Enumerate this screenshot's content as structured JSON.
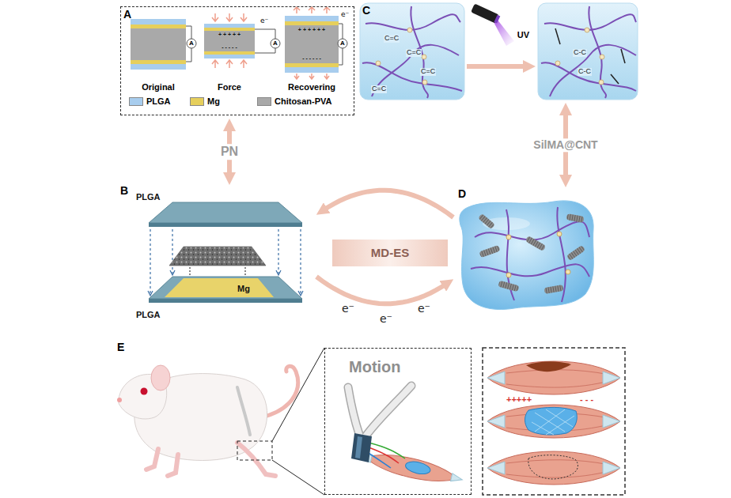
{
  "diagram": {
    "nodes": [
      {
        "text": [
          "A"
        ]
      },
      {
        "text": [
          "C",
          "C=C",
          "C=C",
          "C=C",
          "C=C"
        ]
      },
      {
        "text": [
          "C-C",
          "C-C"
        ]
      },
      {
        "text": [
          "B"
        ]
      },
      {
        "text": [
          "MD-ES"
        ]
      },
      {
        "text": [
          "D"
        ]
      },
      {
        "text": [
          "Motion"
        ]
      }
    ],
    "edges": [
      {
        "from": 0,
        "to": 3,
        "label": "PN",
        "arrow": "both"
      },
      {
        "from": 1,
        "to": 2,
        "label": "UV",
        "arrow": "to"
      },
      {
        "from": 2,
        "to": 5,
        "label": "SilMA@CNT",
        "arrow": "both"
      },
      {
        "from": 5,
        "to": 3,
        "arrow": "to"
      },
      {
        "from": 3,
        "to": 5,
        "arrow": "to"
      }
    ],
    "labels": [
      "Original",
      "Force",
      "Recovering",
      "A",
      "A",
      "A",
      "e⁻",
      "e⁻",
      "+ + + + +",
      "- - - - -",
      "+ + + + + +",
      "- - - - - -",
      "PLGA",
      "Mg",
      "PLGA",
      "e⁻",
      "e⁻",
      "e⁻",
      "E",
      "+++++",
      "- - -"
    ],
    "legend": [
      {
        "text": "PLGA",
        "color": "#a8cdee"
      },
      {
        "text": "Mg",
        "color": "#e6cf5c"
      },
      {
        "text": "Chitosan-PVA",
        "color": "#a9a9a9"
      }
    ]
  }
}
